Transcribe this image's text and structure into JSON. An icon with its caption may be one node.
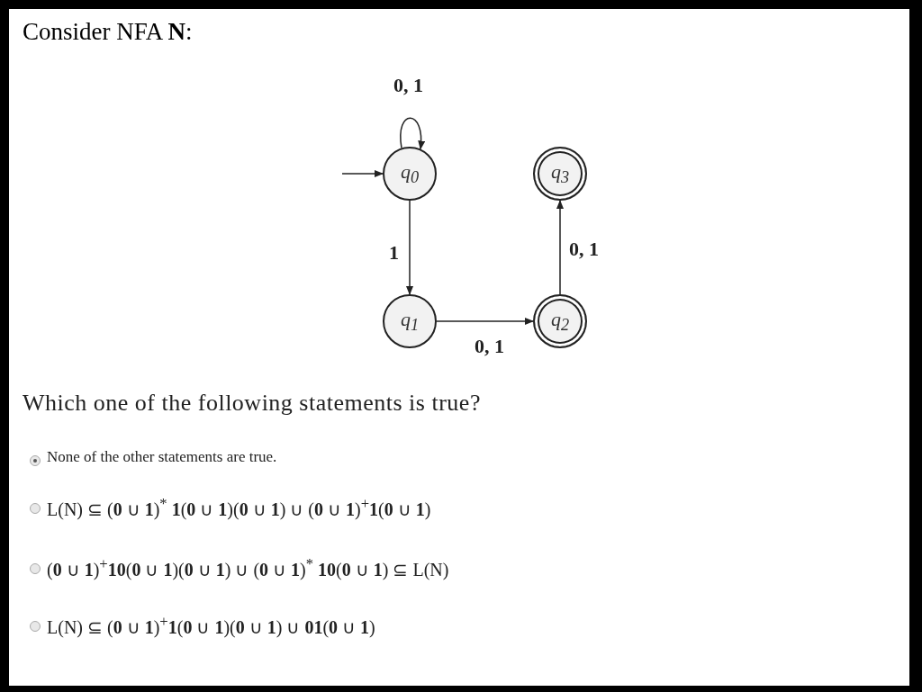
{
  "diagram": {
    "title": "Consider NFA **N**:",
    "nodes": [
      {
        "text": [
          "q$_{0}$"
        ]
      },
      {
        "text": [
          "q$_{3}$"
        ]
      },
      {
        "text": [
          "q$_{1}$"
        ]
      },
      {
        "text": [
          "q$_{2}$"
        ]
      }
    ],
    "edges": [
      {
        "from": null,
        "to": 0,
        "arrow": "to"
      },
      {
        "from": 0,
        "to": 0,
        "arrow": "to",
        "label": "0, 1"
      },
      {
        "from": 0,
        "to": 2,
        "arrow": "to",
        "label": "1"
      },
      {
        "from": 2,
        "to": 3,
        "arrow": "to",
        "label": "0, 1"
      },
      {
        "from": 3,
        "to": 1,
        "arrow": "to",
        "label": "0, 1"
      }
    ],
    "labels": [
      "Which one of the following statements is true?",
      "None of the other statements are true.",
      "L(N) ⊆ (**0** ∪ **1**)$^{*}$ **1**(**0** ∪ **1**)(**0** ∪ **1**) ∪ (**0** ∪ **1**)$^{+}$**1**(**0** ∪ **1**)",
      "(**0** ∪ **1**)$^{+}$**10**(**0** ∪ **1**)(**0** ∪ **1**) ∪ (**0** ∪ **1**)$^{*}$ **10**(**0** ∪ **1**) ⊆ L(N)",
      "L(N) ⊆ (**0** ∪ **1**)$^{+}$**1**(**0** ∪ **1**)(**0** ∪ **1**) ∪ **01**(**0** ∪ **1**)"
    ]
  }
}
